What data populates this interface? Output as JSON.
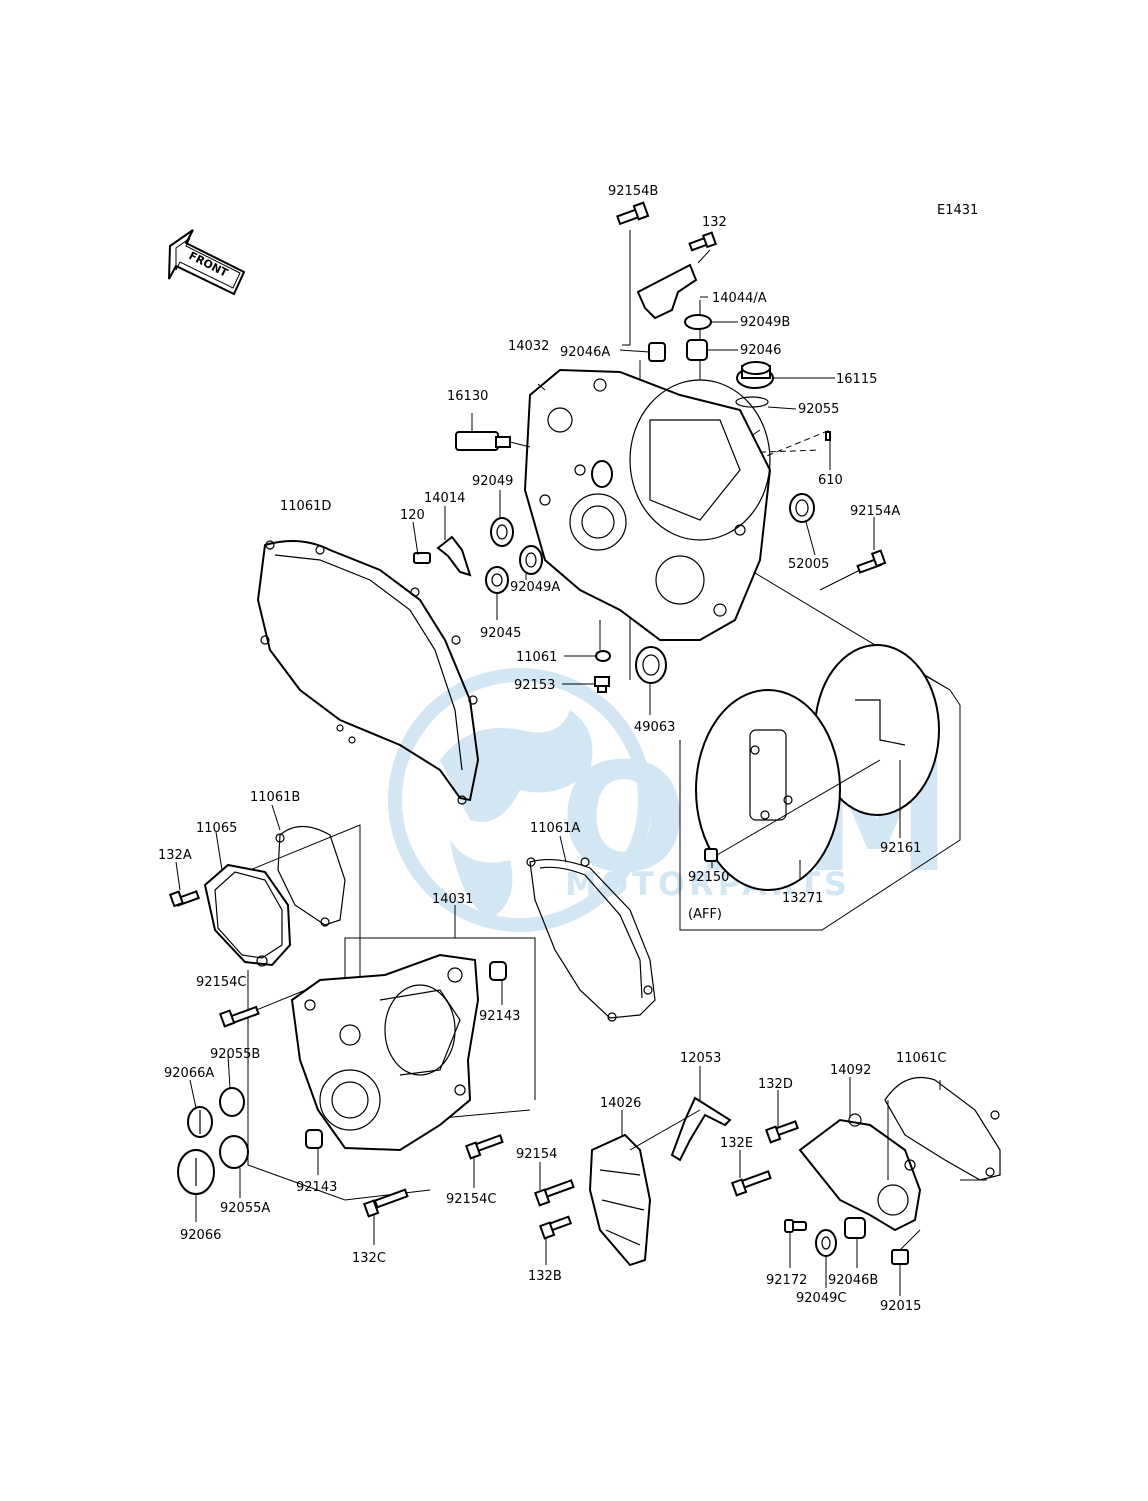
{
  "diagram_code": "E1431",
  "front_arrow_label": "FRONT",
  "watermark": {
    "brand_main": "OEM",
    "brand_sub": "MOTORPARTS",
    "color": "#3a93cf"
  },
  "note": "(AFF)",
  "labels": {
    "p92154B": "92154B",
    "p132": "132",
    "p14044A": "14044/A",
    "p92049B": "92049B",
    "p92046A": "92046A",
    "p92046": "92046",
    "p14032": "14032",
    "p16115": "16115",
    "p16130": "16130",
    "p92055": "92055",
    "p610": "610",
    "p92049": "92049",
    "p14014": "14014",
    "p11061D": "11061D",
    "p120": "120",
    "p92154A": "92154A",
    "p52005": "52005",
    "p92049A": "92049A",
    "p92045": "92045",
    "p11061": "11061",
    "p92153": "92153",
    "p49063": "49063",
    "p11061B": "11061B",
    "p11065": "11065",
    "p132A": "132A",
    "p11061A": "11061A",
    "p92161": "92161",
    "p92150": "92150",
    "p13271": "13271",
    "p14031": "14031",
    "p92154C_top": "92154C",
    "p92143_top": "92143",
    "p92055B": "92055B",
    "p92066A": "92066A",
    "p92143_bot": "92143",
    "p92055A": "92055A",
    "p92066": "92066",
    "p132C": "132C",
    "p92154C_bot": "92154C",
    "p12053": "12053",
    "p14026": "14026",
    "p92154": "92154",
    "p132B": "132B",
    "p11061C": "11061C",
    "p14092": "14092",
    "p132D": "132D",
    "p132E": "132E",
    "p92172": "92172",
    "p92049C": "92049C",
    "p92046B": "92046B",
    "p92015": "92015"
  }
}
